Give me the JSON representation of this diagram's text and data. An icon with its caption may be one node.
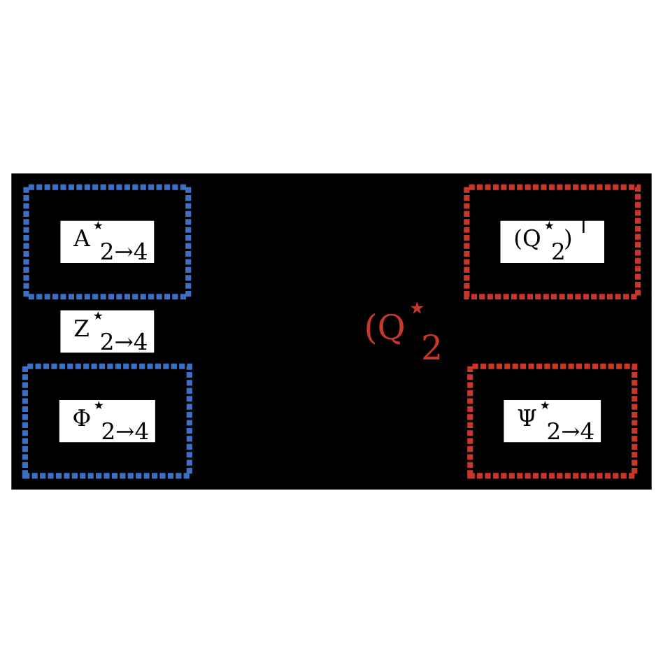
{
  "diagram": {
    "nodes": [
      {
        "text": [],
        "shape": "box"
      },
      {
        "text": [
          "A$^{⋆}$$_{2→4}$"
        ],
        "in": 0
      },
      {
        "text": [],
        "shape": "box"
      },
      {
        "text": [
          "(Q$^{⋆}$$_{2}$)$^{⊤}$"
        ],
        "in": 2
      },
      {
        "text": [
          "Z$^{⋆}$$_{2→4}$"
        ]
      },
      {
        "text": [],
        "shape": "box"
      },
      {
        "text": [
          "Φ$^{⋆}$$_{2→4}$"
        ],
        "in": 5
      },
      {
        "text": [],
        "shape": "box"
      },
      {
        "text": [
          "Ψ$^{⋆}$$_{2→4}$"
        ],
        "in": 7
      }
    ],
    "edges": [],
    "labels": [
      "(Q$^{⋆}$$_{2}$"
    ]
  }
}
